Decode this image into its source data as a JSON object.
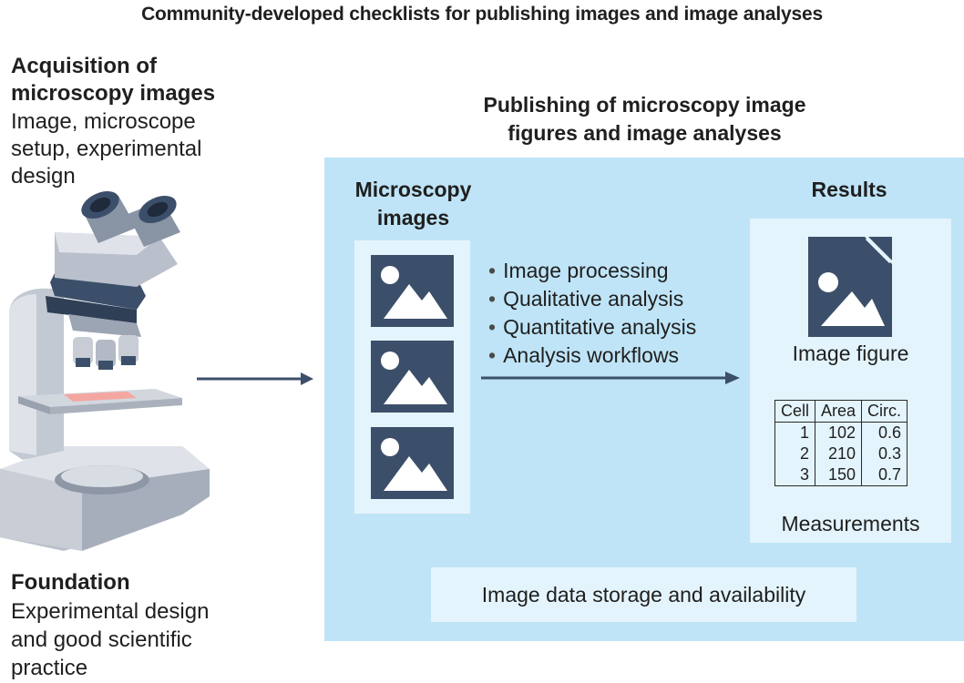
{
  "title": "Community-developed checklists for publishing images and image analyses",
  "acquisition": {
    "heading_line1": "Acquisition of",
    "heading_line2": "microscopy images",
    "sub_line1": "Image, microscope",
    "sub_line2": "setup, experimental",
    "sub_line3": "design"
  },
  "foundation": {
    "heading": "Foundation",
    "sub_line1": "Experimental design",
    "sub_line2": "and good scientific",
    "sub_line3": "practice"
  },
  "publishing": {
    "heading_line1": "Publishing of microscopy image",
    "heading_line2": "figures and image analyses",
    "microscopy_images_line1": "Microscopy",
    "microscopy_images_line2": "images",
    "results_heading": "Results",
    "steps": [
      "Image processing",
      "Qualitative analysis",
      "Quantitative analysis",
      "Analysis workflows"
    ],
    "image_figure_label": "Image figure",
    "measurements_label": "Measurements",
    "storage_label": "Image data storage and availability"
  },
  "measurements_table": {
    "headers": [
      "Cell",
      "Area",
      "Circ."
    ],
    "rows": [
      [
        "1",
        "102",
        "0.6"
      ],
      [
        "2",
        "210",
        "0.3"
      ],
      [
        "3",
        "150",
        "0.7"
      ]
    ]
  },
  "colors": {
    "panel_bg": "#bfe4f7",
    "box_bg": "#e4f4fc",
    "icon_dark": "#3c4f6a",
    "arrow": "#3c4f6a",
    "slide": "#f4a6a0"
  },
  "icons": [
    "microscope-icon",
    "image-placeholder-icon",
    "image-figure-icon",
    "arrow-right-icon"
  ]
}
